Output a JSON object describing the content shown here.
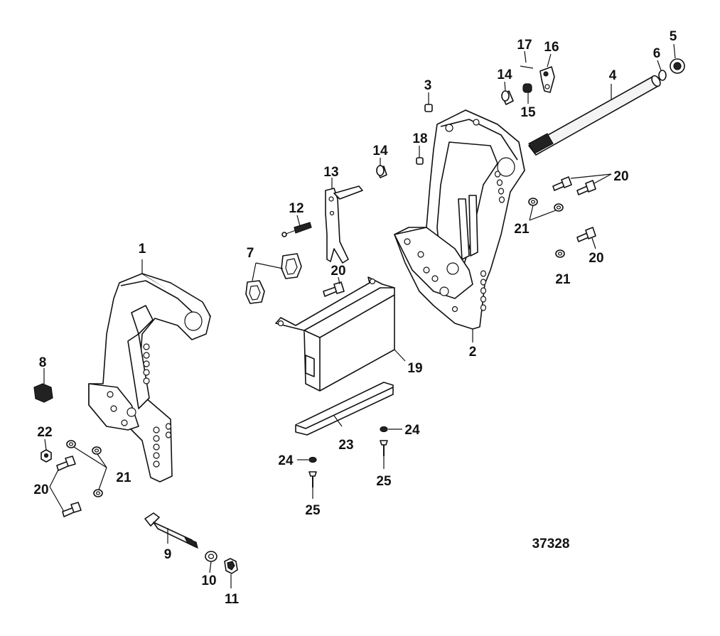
{
  "figure_number": "37328",
  "callouts": [
    {
      "key": "c1",
      "text": "1"
    },
    {
      "key": "c2",
      "text": "2"
    },
    {
      "key": "c3",
      "text": "3"
    },
    {
      "key": "c4",
      "text": "4"
    },
    {
      "key": "c5",
      "text": "5"
    },
    {
      "key": "c6",
      "text": "6"
    },
    {
      "key": "c7",
      "text": "7"
    },
    {
      "key": "c8",
      "text": "8"
    },
    {
      "key": "c9",
      "text": "9"
    },
    {
      "key": "c10",
      "text": "10"
    },
    {
      "key": "c11",
      "text": "11"
    },
    {
      "key": "c12",
      "text": "12"
    },
    {
      "key": "c13",
      "text": "13"
    },
    {
      "key": "c14a",
      "text": "14"
    },
    {
      "key": "c14b",
      "text": "14"
    },
    {
      "key": "c15",
      "text": "15"
    },
    {
      "key": "c16",
      "text": "16"
    },
    {
      "key": "c17",
      "text": "17"
    },
    {
      "key": "c18",
      "text": "18"
    },
    {
      "key": "c19",
      "text": "19"
    },
    {
      "key": "c20a",
      "text": "20"
    },
    {
      "key": "c20b",
      "text": "20"
    },
    {
      "key": "c20c",
      "text": "20"
    },
    {
      "key": "c20d",
      "text": "20"
    },
    {
      "key": "c21a",
      "text": "21"
    },
    {
      "key": "c21b",
      "text": "21"
    },
    {
      "key": "c21c",
      "text": "21"
    },
    {
      "key": "c22",
      "text": "22"
    },
    {
      "key": "c23",
      "text": "23"
    },
    {
      "key": "c24a",
      "text": "24"
    },
    {
      "key": "c24b",
      "text": "24"
    },
    {
      "key": "c25a",
      "text": "25"
    },
    {
      "key": "c25b",
      "text": "25"
    }
  ]
}
